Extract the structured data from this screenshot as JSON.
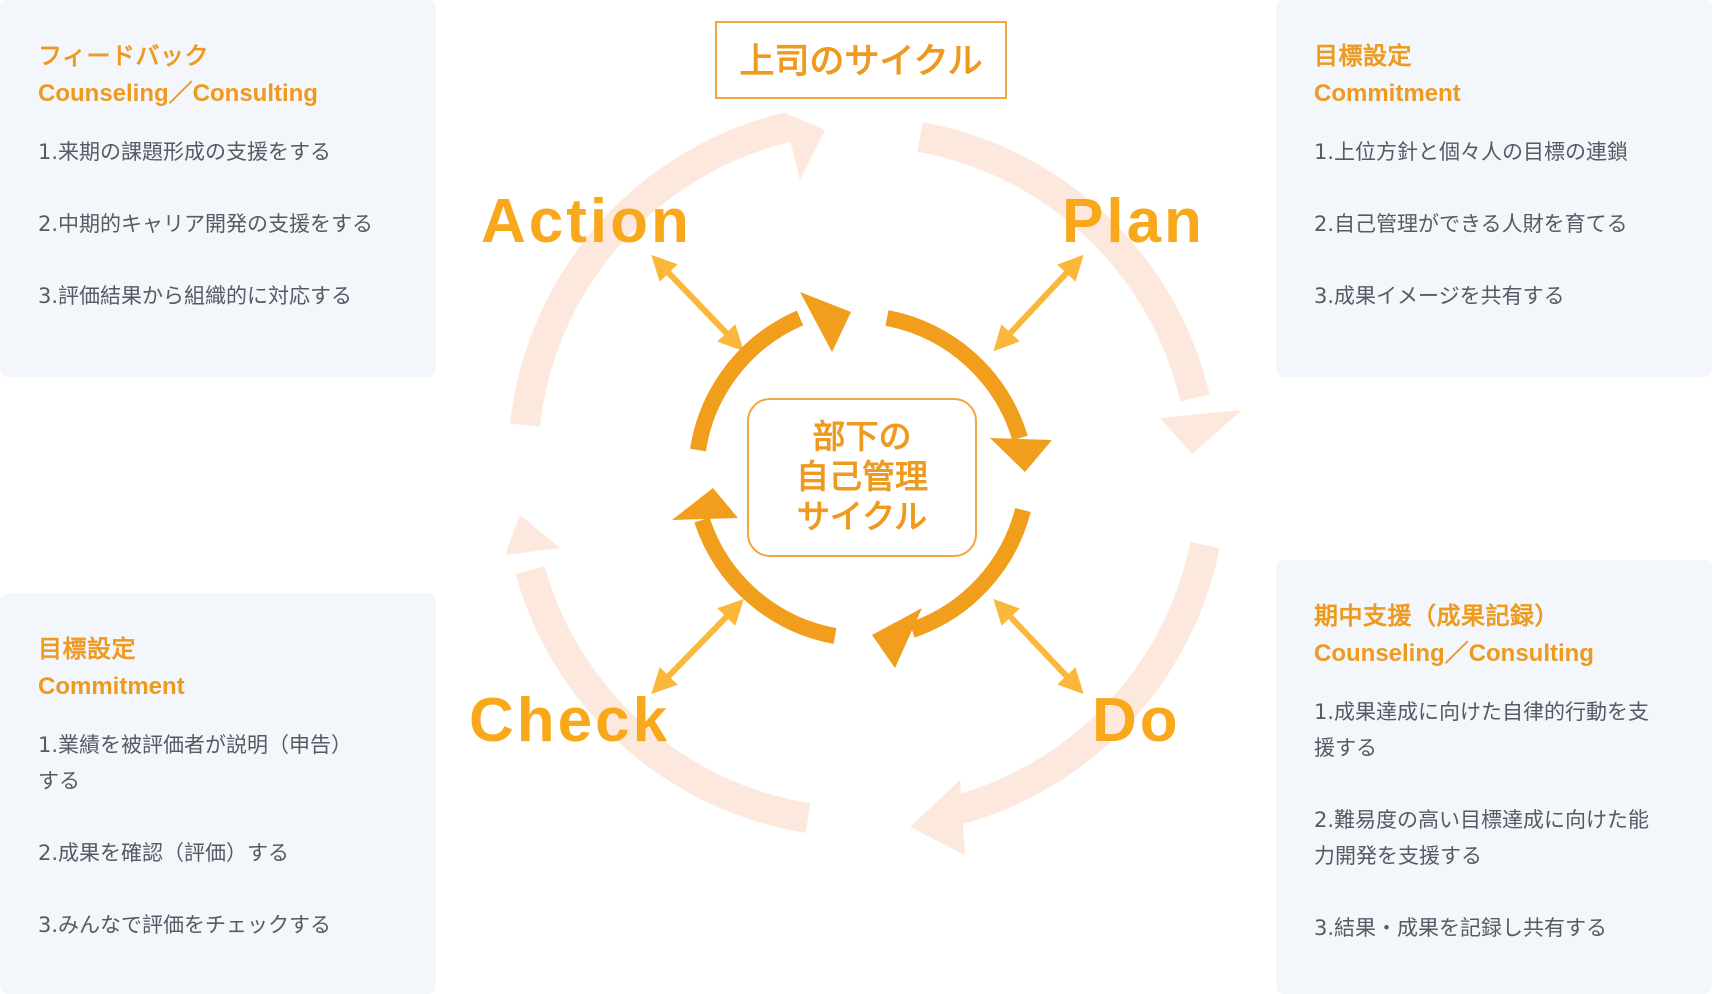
{
  "boss_cycle_title": "上司のサイクル",
  "self_cycle_lines": [
    "部下の",
    "自己管理",
    "サイクル"
  ],
  "phases": {
    "plan": "Plan",
    "do": "Do",
    "check": "Check",
    "action": "Action"
  },
  "panels": {
    "top_left": {
      "title": "フィードバック",
      "subtitle": "Counseling／Consulting",
      "items": [
        "1.来期の課題形成の支援をする",
        "2.中期的キャリア開発の支援をする",
        "3.評価結果から組織的に対応する"
      ]
    },
    "top_right": {
      "title": "目標設定",
      "subtitle": "Commitment",
      "items": [
        "1.上位方針と個々人の目標の連鎖",
        "2.自己管理ができる人財を育てる",
        "3.成果イメージを共有する"
      ]
    },
    "bottom_left": {
      "title": "目標設定",
      "subtitle": "Commitment",
      "items": [
        "1.業績を被評価者が説明（申告）する",
        "2.成果を確認（評価）する",
        "3.みんなで評価をチェックする"
      ]
    },
    "bottom_right": {
      "title": "期中支援（成果記録）",
      "subtitle": "Counseling／Consulting",
      "items": [
        "1.成果達成に向けた自律的行動を支援する",
        "2.難易度の高い目標達成に向けた能力開発を支援する",
        "3.結果・成果を記録し共有する"
      ]
    }
  },
  "colors": {
    "accent": "#ee9a1f",
    "phase_text": "#f9a81c",
    "inner_arrow": "#f09e1b",
    "outer_arrow": "#fde8dd",
    "connector": "#fbb73a",
    "panel_bg": "#f3f6fa",
    "body_text": "#555b63"
  }
}
